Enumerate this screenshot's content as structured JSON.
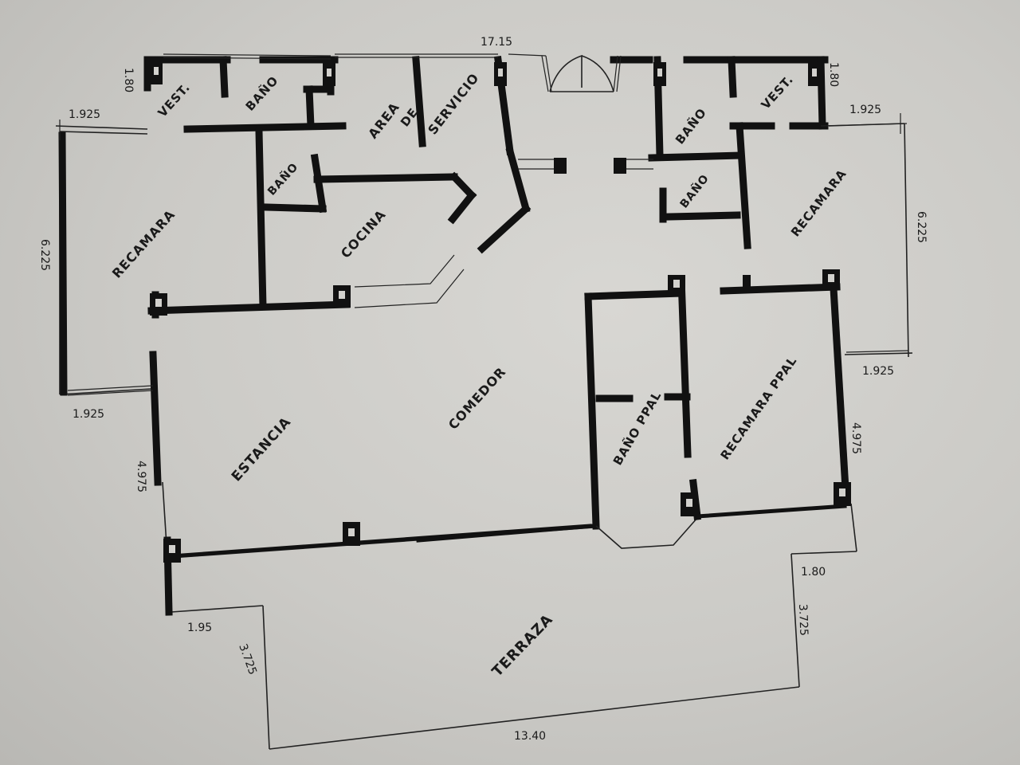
{
  "rooms": {
    "vest_left": "VEST.",
    "bano_top_left": "BAÑO",
    "area": "AREA",
    "de": "DE",
    "servicio": "SERVICIO",
    "bano_kitchen": "BAÑO",
    "cocina": "COCINA",
    "recamara_left": "RECAMARA",
    "estancia": "ESTANCIA",
    "comedor": "COMEDOR",
    "bano_right_upper": "BAÑO",
    "vest_right": "VEST.",
    "bano_right_lower": "BAÑO",
    "recamara_right": "RECAMARA",
    "bano_ppal": "BAÑO PPAL",
    "recamara_ppal": "RECAMARA PPAL",
    "terraza": "TERRAZA"
  },
  "dimensions": {
    "top_total": "17.15",
    "left_vest_height": "1.80",
    "left_top_width": "1.925",
    "left_recamara_height": "6.225",
    "left_bottom_width": "1.925",
    "estancia_height": "4.975",
    "terraza_left_width": "1.95",
    "terraza_left_height": "3.725",
    "terraza_bottom": "13.40",
    "right_vest_height": "1.80",
    "right_top_width": "1.925",
    "right_recamara_height": "6.225",
    "right_bottom_width": "1.925",
    "ppal_height": "4.975",
    "terraza_right_width": "1.80",
    "terraza_right_height": "3.725"
  }
}
